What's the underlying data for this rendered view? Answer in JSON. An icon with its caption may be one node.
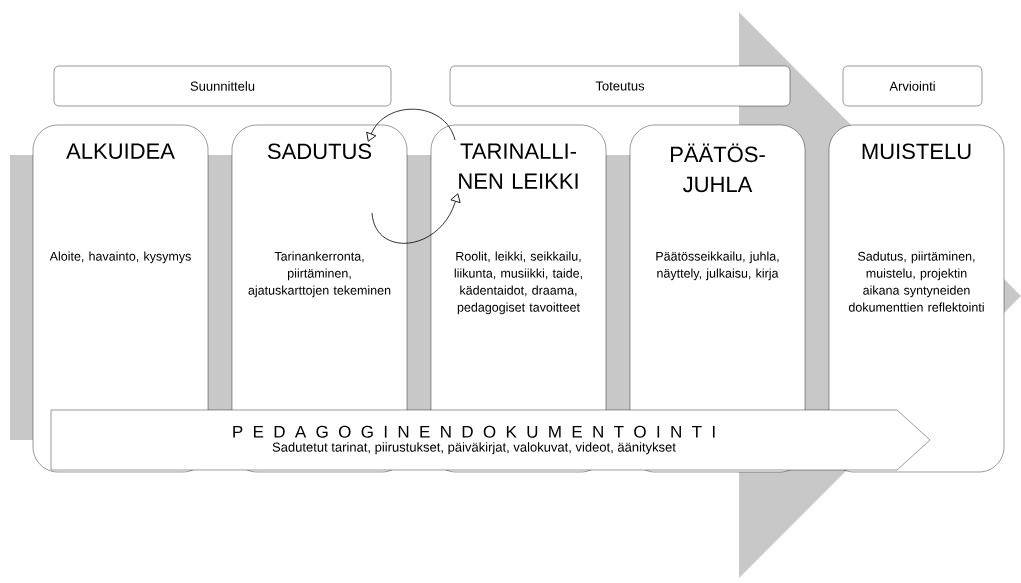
{
  "diagram": {
    "nodes": [
      {
        "text": [
          "Suunnittelu"
        ]
      },
      {
        "text": [
          "Toteutus"
        ]
      },
      {
        "text": [
          "Arviointi"
        ]
      },
      {
        "text": [
          "ALKUIDEA",
          "Aloite, havainto, kysymys"
        ]
      },
      {
        "text": [
          "SADUTUS",
          "Tarinankerronta, piirtäminen, ajatuskarttojen tekeminen"
        ]
      },
      {
        "text": [
          "TARINALLI- NEN LEIKKI",
          "Roolit, leikki, seikkailu, liikunta, musiikki, taide, kädentaidot, draama, pedagogiset tavoitteet"
        ]
      },
      {
        "text": [
          "PÄÄTÖS- JUHLA",
          "Päätösseikkailu, juhla, näyttely, julkaisu, kirja"
        ]
      },
      {
        "text": [
          "MUISTELU",
          "Sadutus, piirtäminen, muistelu, projektin aikana syntyneiden dokumenttien reflektointi"
        ]
      },
      {
        "text": [
          "P E D A G O G I N E N D O K U M E N T O I N T I",
          "Sadutetut tarinat, piirustukset, päiväkirjat, valokuvat, videot, äänitykset"
        ]
      }
    ],
    "edges": [
      {
        "from": 5,
        "to": 4,
        "arrow": "to"
      },
      {
        "from": 4,
        "to": 5,
        "arrow": "to"
      },
      {
        "from": 3,
        "to": 7,
        "arrow": "to",
        "style": "thick",
        "color": "#c8c8c8"
      }
    ]
  }
}
